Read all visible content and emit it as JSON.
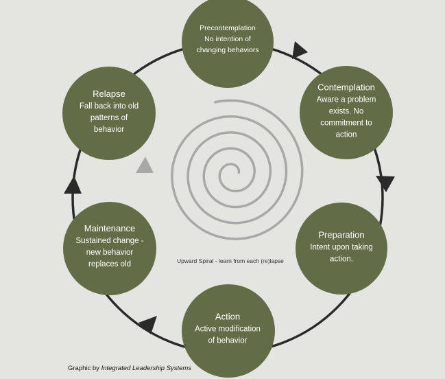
{
  "colors": {
    "background": "#e4e5e1",
    "stage_fill": "#626c47",
    "cycle_line": "#2a2a2a",
    "spiral": "#a8a8a8",
    "text_light": "#ffffff"
  },
  "stages": [
    {
      "id": "precontemplation",
      "title": "Precontemplation",
      "lines": [
        "No intention of",
        "changing behaviors"
      ]
    },
    {
      "id": "contemplation",
      "title": "Contemplation",
      "lines": [
        "Aware a problem",
        "exists. No",
        "commitment to",
        "action"
      ]
    },
    {
      "id": "preparation",
      "title": "Preparation",
      "lines": [
        "Intent upon taking",
        "action."
      ]
    },
    {
      "id": "action",
      "title": "Action",
      "lines": [
        "Active modification",
        "of behavior"
      ]
    },
    {
      "id": "maintenance",
      "title": "Maintenance",
      "lines": [
        "Sustained change -",
        "new behavior",
        "replaces old"
      ]
    },
    {
      "id": "relapse",
      "title": "Relapse",
      "lines": [
        "Fall back into old",
        "patterns of",
        "behavior"
      ]
    }
  ],
  "spiral_caption": "Upward Spiral - learn from each (re)lapse",
  "credit": {
    "prefix": "Graphic by ",
    "org": "Integrated Leadership Systems"
  },
  "icons": {
    "cycle_arrow": "triangle-arrow-icon",
    "spiral_arrow": "triangle-arrow-icon"
  }
}
